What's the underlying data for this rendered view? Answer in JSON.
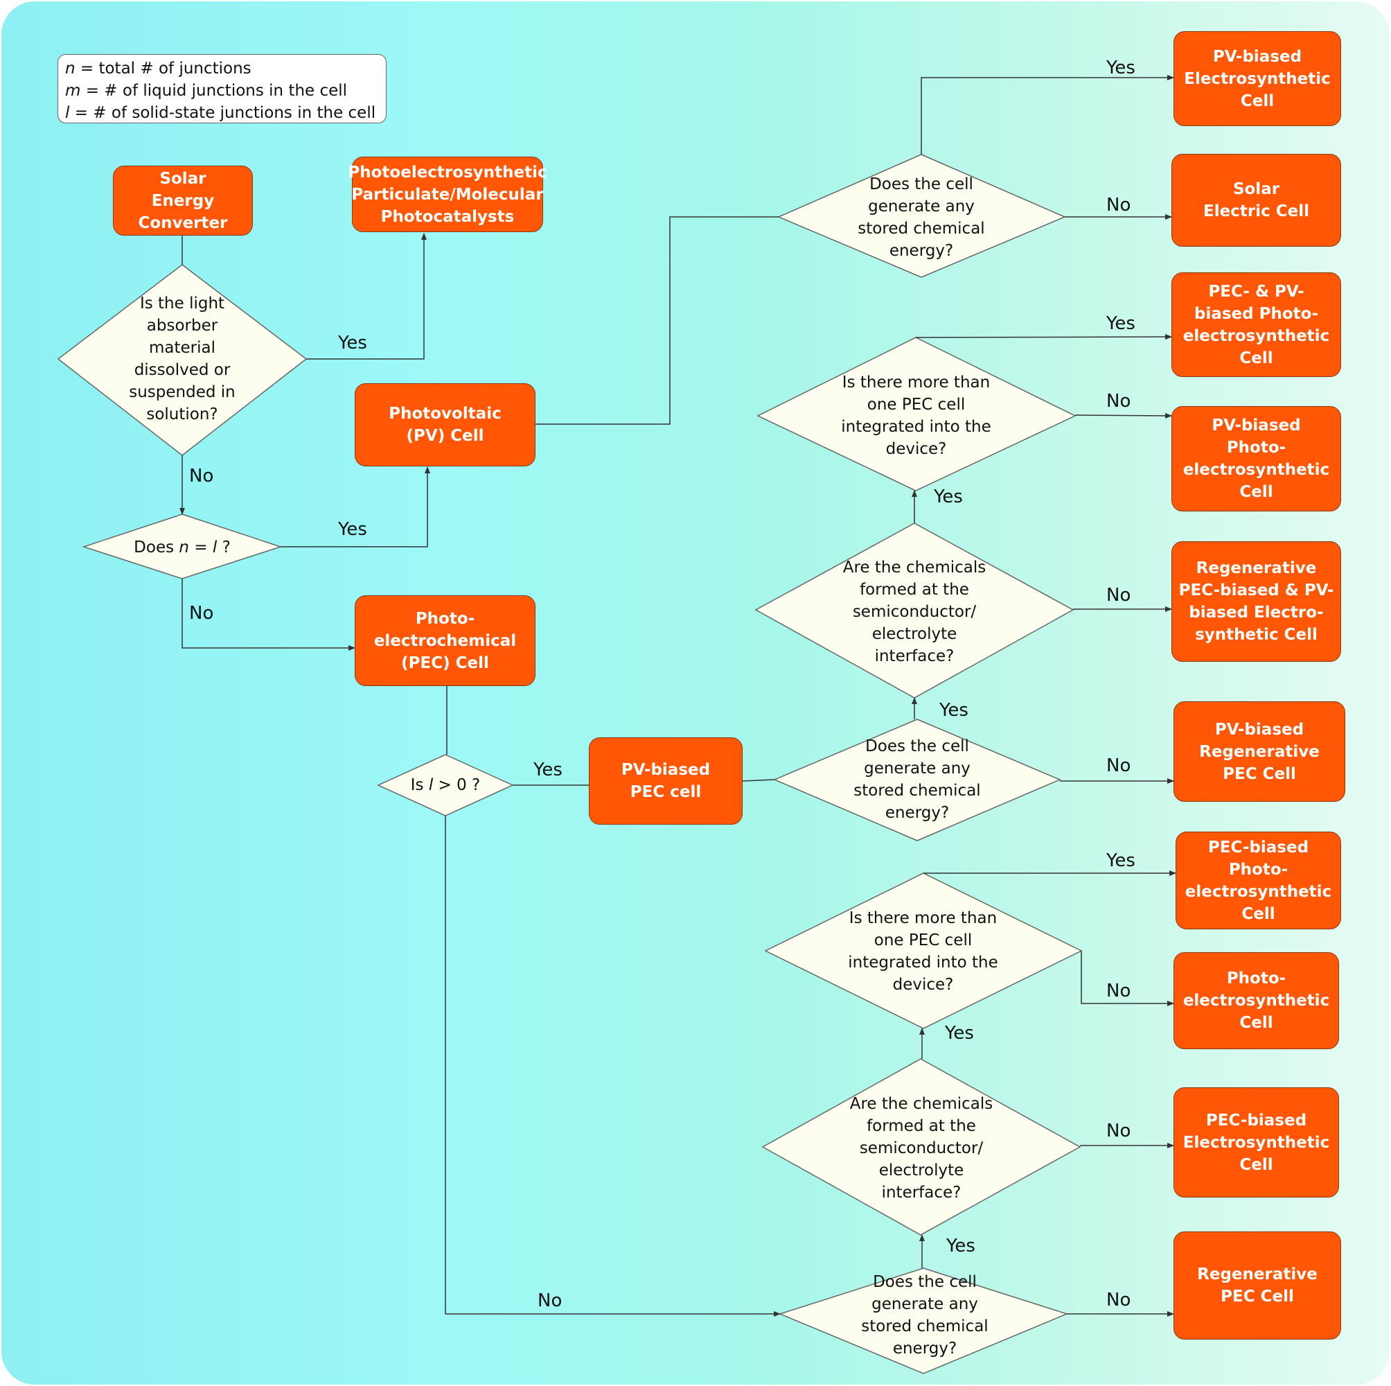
{
  "legend": {
    "line1_var": "n",
    "line1_text": " = total # of junctions",
    "line2_var": "m",
    "line2_text": " = # of liquid junctions in the cell",
    "line3_var": "l",
    "line3_text": " = # of solid-state junctions in the cell"
  },
  "boxes": {
    "solar_energy_converter": "Solar Energy Converter",
    "photoelectrosynthetic_particulate": "Photoelectrosynthetic Particulate/Molecular Photocatalysts",
    "photovoltaic_cell": "Photovoltaic (PV) Cell",
    "pec_cell": "Photo-electrochemical (PEC) Cell",
    "pv_biased_pec_cell": "PV-biased PEC cell",
    "pv_biased_electrosynthetic": "PV-biased Electrosynthetic Cell",
    "solar_electric": "Solar Electric Cell",
    "pec_pv_biased_photoelectrosynthetic": "PEC- & PV-biased Photo-electrosynthetic Cell",
    "pv_biased_photoelectrosynthetic": "PV-biased Photo-electrosynthetic Cell",
    "regenerative_pec_pv_biased_electrosynthetic": "Regenerative PEC-biased & PV-biased Electro-synthetic Cell",
    "pv_biased_regenerative_pec": "PV-biased Regenerative PEC Cell",
    "pec_biased_photoelectrosynthetic": "PEC-biased Photo-electrosynthetic Cell",
    "photoelectrosynthetic": "Photo-electrosynthetic Cell",
    "pec_biased_electrosynthetic": "PEC-biased Electrosynthetic Cell",
    "regenerative_pec": "Regenerative PEC Cell"
  },
  "decisions": {
    "absorber_dissolved": "Is the light absorber material dissolved or suspended in solution?",
    "n_equals_l_prefix": "Does ",
    "n_equals_l_var1": "n",
    "n_equals_l_mid": " = ",
    "n_equals_l_var2": "l",
    "n_equals_l_suffix": " ?",
    "l_gt_0_prefix": "Is ",
    "l_gt_0_var": "l",
    "l_gt_0_suffix": " > 0 ?",
    "stored_energy_pv": "Does the cell generate any stored chemical energy?",
    "more_than_one_pec_upper": "Is there more than one PEC cell integrated into the device?",
    "chemicals_formed_upper": "Are the chemicals formed at the semiconductor/ electrolyte interface?",
    "stored_energy_pvpec": "Does the cell generate any stored chemical energy?",
    "more_than_one_pec_lower": "Is there more than one PEC cell integrated into the device?",
    "chemicals_formed_lower": "Are the chemicals formed at the semiconductor/ electrolyte interface?",
    "stored_energy_pec": "Does the cell generate any stored chemical energy?"
  },
  "labels": {
    "yes": "Yes",
    "no": "No"
  },
  "colors": {
    "box_fill": "#ff5705",
    "diamond_fill": "#fdfdf0",
    "line": "#333333"
  }
}
